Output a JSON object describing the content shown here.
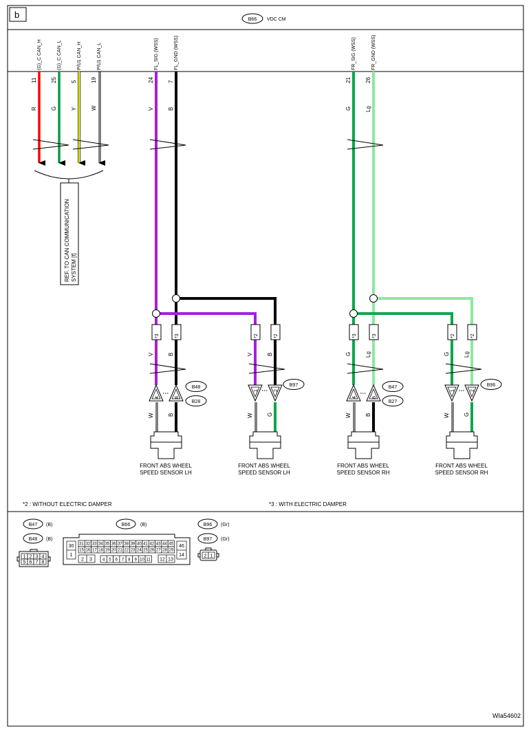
{
  "page_label": "b",
  "header": {
    "connector": "B66",
    "title": "VDC CM"
  },
  "can_pins": [
    {
      "name": "(G)_C CAN_H",
      "pin": "11",
      "color": "R",
      "hex": "#ff0000"
    },
    {
      "name": "(G)_C CAN_L",
      "pin": "25",
      "color": "G",
      "hex": "#0a9a46"
    },
    {
      "name": "P/U1 CAN_H",
      "pin": "5",
      "color": "Y",
      "hex": "#ffff00"
    },
    {
      "name": "P/U1 CAN_L",
      "pin": "19",
      "color": "W",
      "hex": "#ffffff"
    }
  ],
  "ref_note": [
    "REF. TO CAN COMMUNICATION",
    "SYSTEM [f]"
  ],
  "lh": {
    "sig_name": "FL_SIG (WSS)",
    "sig_pin": "24",
    "sig_color": "V",
    "sig_hex": "#a61ee0",
    "gnd_name": "FL_GND (WSS)",
    "gnd_pin": "7",
    "gnd_color": "B",
    "gnd_hex": "#000000",
    "tag_with": "*3",
    "tag_without": "*2",
    "conn_a": "B48",
    "conn_a_alt": "B28",
    "conn_b": "B97",
    "a_pin_sig": "4",
    "a_pin_gnd": "8",
    "b_pin_sig": "1",
    "b_pin_gnd": "2",
    "a_out_sig": "W",
    "a_out_gnd": "B",
    "b_out_sig": "W",
    "b_out_gnd": "G",
    "label": [
      "FRONT ABS WHEEL",
      "SPEED SENSOR LH"
    ]
  },
  "rh": {
    "sig_name": "FR_SIG (WSS)",
    "sig_pin": "21",
    "sig_color": "G",
    "sig_hex": "#0ca64c",
    "gnd_name": "FR_GND (WSS)",
    "gnd_pin": "26",
    "gnd_color": "Lg",
    "gnd_hex": "#8ee89f",
    "tag_with": "*3",
    "tag_without": "*2",
    "conn_a": "B47",
    "conn_a_alt": "B27",
    "conn_b": "B96",
    "a_pin_sig": "4",
    "a_pin_gnd": "8",
    "b_pin_sig": "1",
    "b_pin_gnd": "2",
    "a_out_sig": "W",
    "a_out_gnd": "B",
    "b_out_sig": "W",
    "b_out_gnd": "G",
    "label": [
      "FRONT ABS WHEEL",
      "SPEED SENSOR RH"
    ]
  },
  "colors": {
    "b_dark_green": "#1b6d34"
  },
  "legend": {
    "star2": "*2  : WITHOUT ELECTRIC DAMPER",
    "star3": "*3  : WITH ELECTRIC DAMPER"
  },
  "connectors": {
    "b47": "B47",
    "b47_color": "(B)",
    "b48": "B48",
    "b48_color": "(B)",
    "b66": "B66",
    "b66_color": "(B)",
    "b96": "B96",
    "b96_color": "(Gr)",
    "b97": "B97",
    "b97_color": "(Gr)",
    "small_top": [
      "1",
      "2",
      "3",
      "4"
    ],
    "small_bottom": [
      "5",
      "6",
      "7",
      "8"
    ],
    "b66_row1": [
      "31",
      "32",
      "33",
      "34",
      "35",
      "36",
      "37",
      "38",
      "39",
      "40",
      "41",
      "42",
      "43",
      "44",
      "45"
    ],
    "b66_row2": [
      "15",
      "16",
      "17",
      "18",
      "19",
      "20",
      "21",
      "22",
      "23",
      "24",
      "25",
      "26",
      "27",
      "28",
      "29"
    ],
    "b66_row3": [
      "4",
      "5",
      "6",
      "7",
      "8",
      "9",
      "10",
      "11"
    ],
    "b66_left": [
      "30",
      "1",
      "2",
      "3"
    ],
    "b66_right": [
      "46",
      "14",
      "12",
      "13"
    ],
    "b96_pins": [
      "2",
      "1"
    ]
  },
  "figure_code": "WIa54602"
}
